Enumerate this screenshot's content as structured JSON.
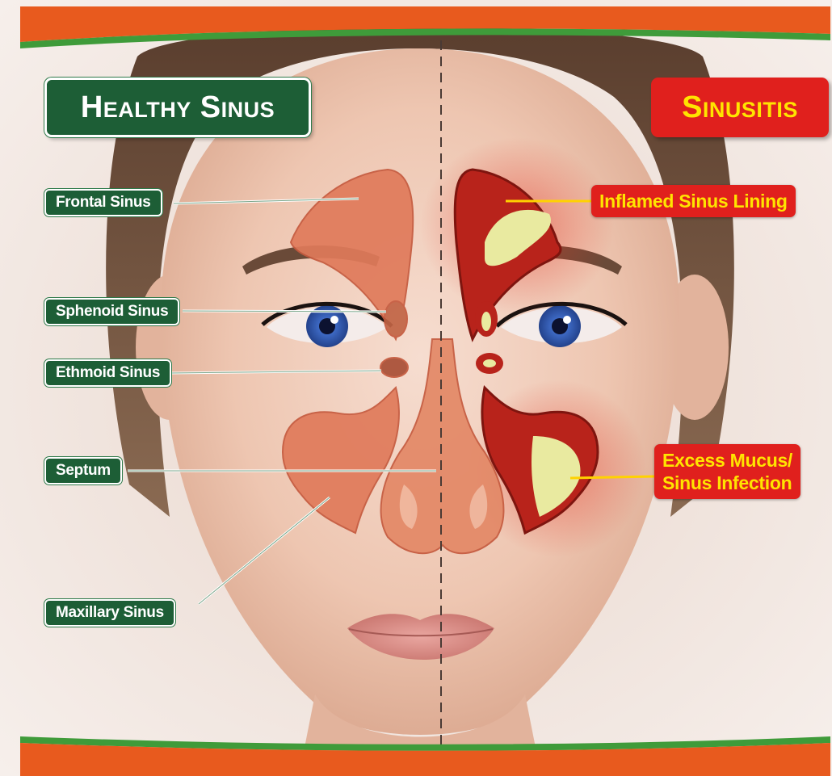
{
  "titles": {
    "healthy": "Healthy Sinus",
    "sinusitis": "Sinusitis"
  },
  "healthy_labels": {
    "frontal": "Frontal Sinus",
    "sphenoid": "Sphenoid Sinus",
    "ethmoid": "Ethmoid Sinus",
    "septum": "Septum",
    "maxillary": "Maxillary Sinus"
  },
  "sinusitis_labels": {
    "inflamed_lining": "Inflamed Sinus Lining",
    "excess_mucus_line1": "Excess Mucus/",
    "excess_mucus_line2": "Sinus Infection"
  },
  "colors": {
    "header_orange": "#e85a1e",
    "header_green": "#3f9b3a",
    "healthy_green": "#1d5e36",
    "sinusitis_red": "#e0201d",
    "sinusitis_text_yellow": "#ffe400",
    "sinus_tissue": "#e07a5a",
    "mucus_yellow": "#e9eaa0",
    "inflamed_red": "#b8231b"
  }
}
